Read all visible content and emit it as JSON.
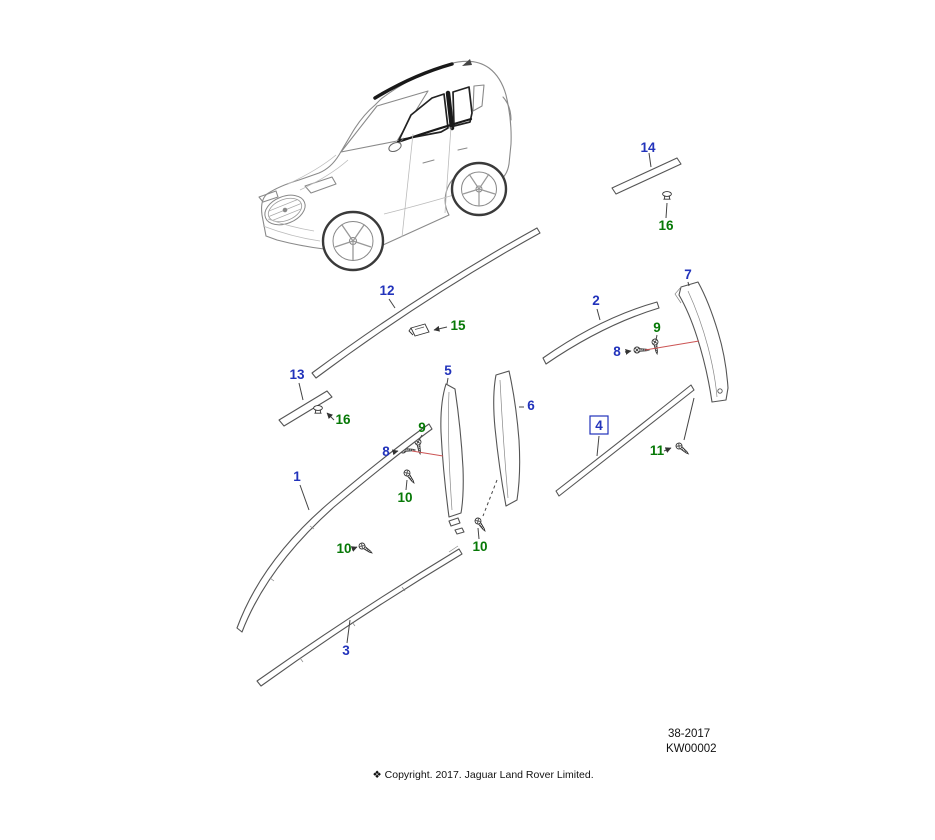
{
  "colors": {
    "part-label": "#2233bb",
    "fastener-label": "#067806",
    "leader-red": "#cc5555",
    "footer-text": "#111111"
  },
  "callouts": [
    {
      "text": "14",
      "kind": "part"
    },
    {
      "text": "16",
      "kind": "fastener"
    },
    {
      "text": "12",
      "kind": "part"
    },
    {
      "text": "15",
      "kind": "fastener"
    },
    {
      "text": "13",
      "kind": "part"
    },
    {
      "text": "16",
      "kind": "fastener"
    },
    {
      "text": "2",
      "kind": "part"
    },
    {
      "text": "7",
      "kind": "part"
    },
    {
      "text": "9",
      "kind": "fastener"
    },
    {
      "text": "8",
      "kind": "part"
    },
    {
      "text": "5",
      "kind": "part"
    },
    {
      "text": "6",
      "kind": "part"
    },
    {
      "text": "9",
      "kind": "fastener"
    },
    {
      "text": "8",
      "kind": "part"
    },
    {
      "text": "10",
      "kind": "fastener"
    },
    {
      "text": "4",
      "kind": "part",
      "boxed": true
    },
    {
      "text": "11",
      "kind": "fastener"
    },
    {
      "text": "10",
      "kind": "fastener"
    },
    {
      "text": "1",
      "kind": "part"
    },
    {
      "text": "10",
      "kind": "fastener"
    },
    {
      "text": "3",
      "kind": "part"
    }
  ],
  "footer": {
    "sheet_code": "38-2017",
    "drawing_code": "KW00002",
    "copyright": "❖ Copyright. 2017. Jaguar Land Rover Limited."
  }
}
